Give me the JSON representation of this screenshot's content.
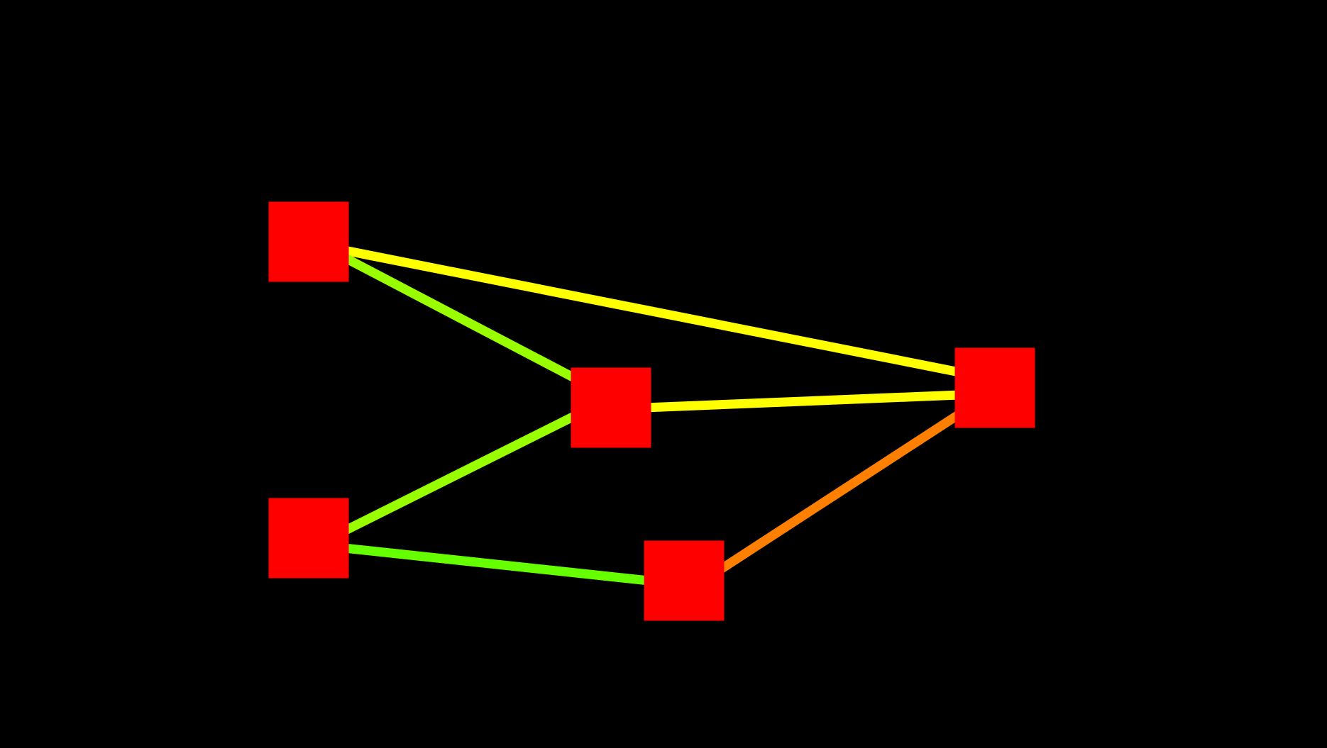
{
  "canvas": {
    "background": "#000000"
  },
  "graph": {
    "node_color": "#ff0000",
    "nodes": [
      {
        "id": "top-left"
      },
      {
        "id": "bottom-left"
      },
      {
        "id": "center"
      },
      {
        "id": "bottom-center"
      },
      {
        "id": "right"
      }
    ],
    "edges": [
      {
        "from": "top-left",
        "to": "right",
        "color": "#ffff00"
      },
      {
        "from": "top-left",
        "to": "center",
        "color": "#99ff00"
      },
      {
        "from": "center",
        "to": "right",
        "color": "#ffff00"
      },
      {
        "from": "bottom-left",
        "to": "center",
        "color": "#99ff00"
      },
      {
        "from": "bottom-left",
        "to": "bottom-center",
        "color": "#66ff00"
      },
      {
        "from": "bottom-center",
        "to": "right",
        "color": "#ff8000"
      }
    ]
  }
}
